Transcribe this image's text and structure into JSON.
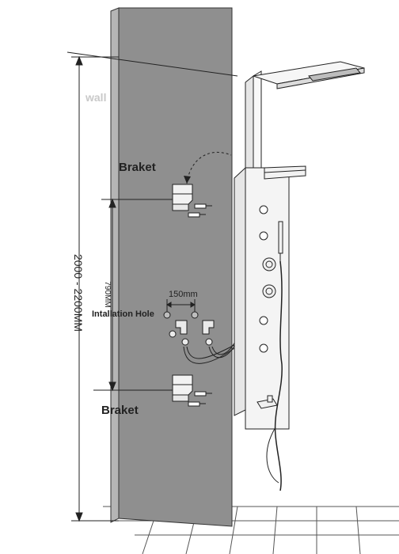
{
  "labels": {
    "wall": "wall",
    "bracket_top": "Braket",
    "bracket_bottom": "Braket",
    "spacing": "150mm",
    "install_hole": "Intallation Hole",
    "height_range": "2000 - 2200MM",
    "bracket_spacing": "790MM"
  },
  "colors": {
    "wall": "#8f8f8f",
    "line": "#222222",
    "panel": "#f4f4f4"
  }
}
